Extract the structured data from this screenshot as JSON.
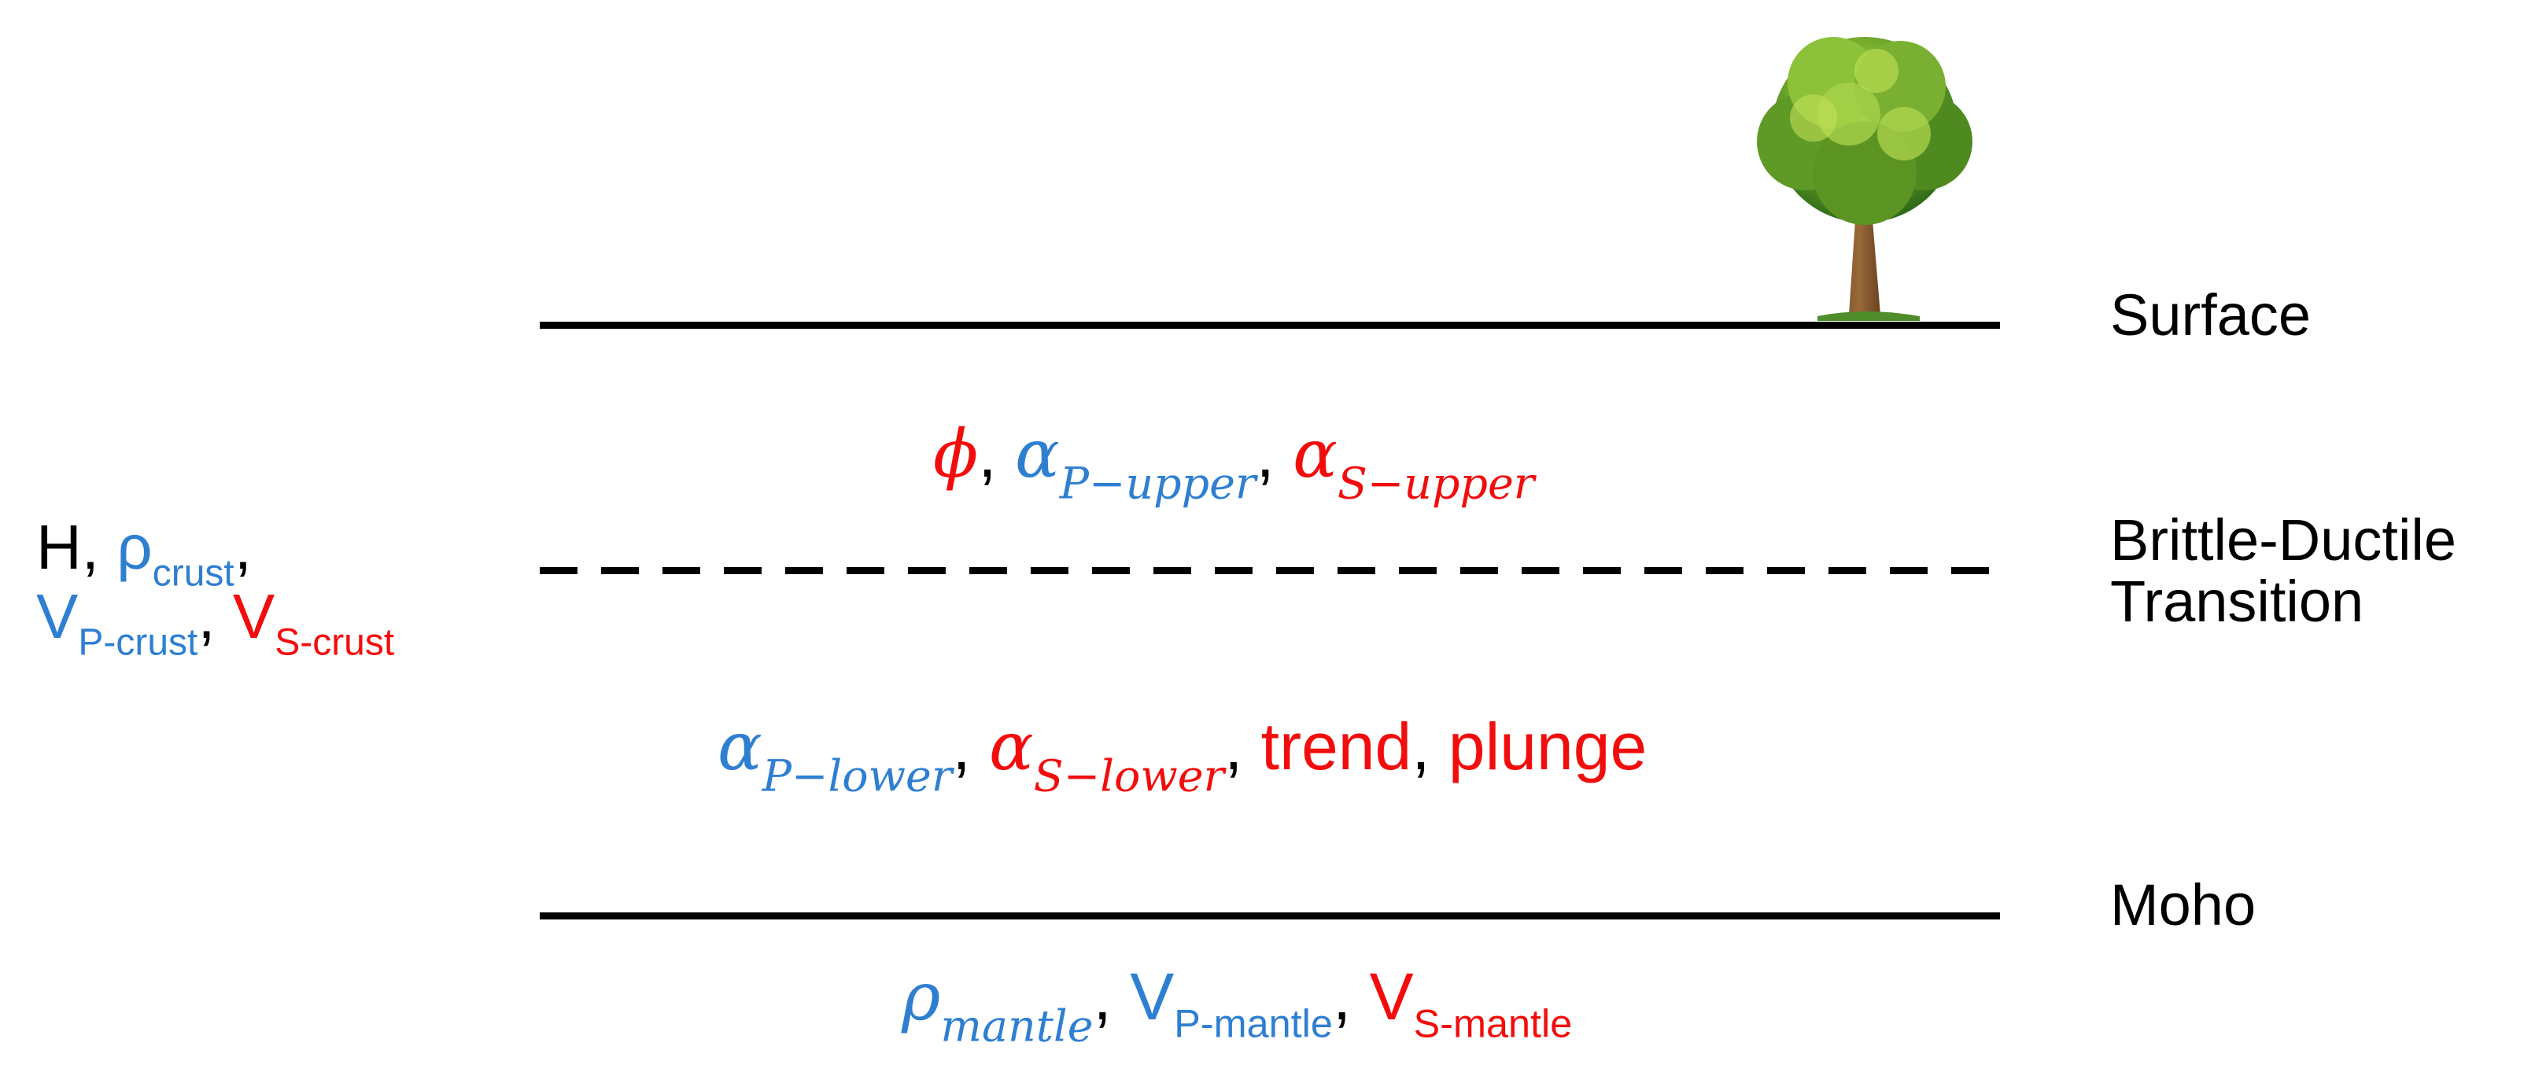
{
  "labels": {
    "surface": "Surface",
    "brittle_ductile": [
      "Brittle-Ductile",
      "Transition"
    ],
    "moho": "Moho"
  },
  "left_params": {
    "h": "H",
    "rho": "ρ",
    "rho_sub": "crust",
    "vp": "V",
    "vp_sub": "P-crust",
    "vs": "V",
    "vs_sub": "S-crust"
  },
  "upper_params": {
    "phi": "ϕ",
    "alpha_p": "α",
    "alpha_p_sub": "P−upper",
    "alpha_s": "α",
    "alpha_s_sub": "S−upper"
  },
  "lower_params": {
    "alpha_p": "α",
    "alpha_p_sub": "P−lower",
    "alpha_s": "α",
    "alpha_s_sub": "S−lower",
    "trend": "trend",
    "plunge": "plunge"
  },
  "mantle_params": {
    "rho": "ρ",
    "rho_sub": "mantle",
    "vp": "V",
    "vp_sub": "P-mantle",
    "vs": "V",
    "vs_sub": "S-mantle"
  },
  "colors": {
    "blue": "#2f7fd1",
    "red": "#f20d0d",
    "line": "#000000"
  },
  "icons": {
    "tree": "tree-icon"
  }
}
